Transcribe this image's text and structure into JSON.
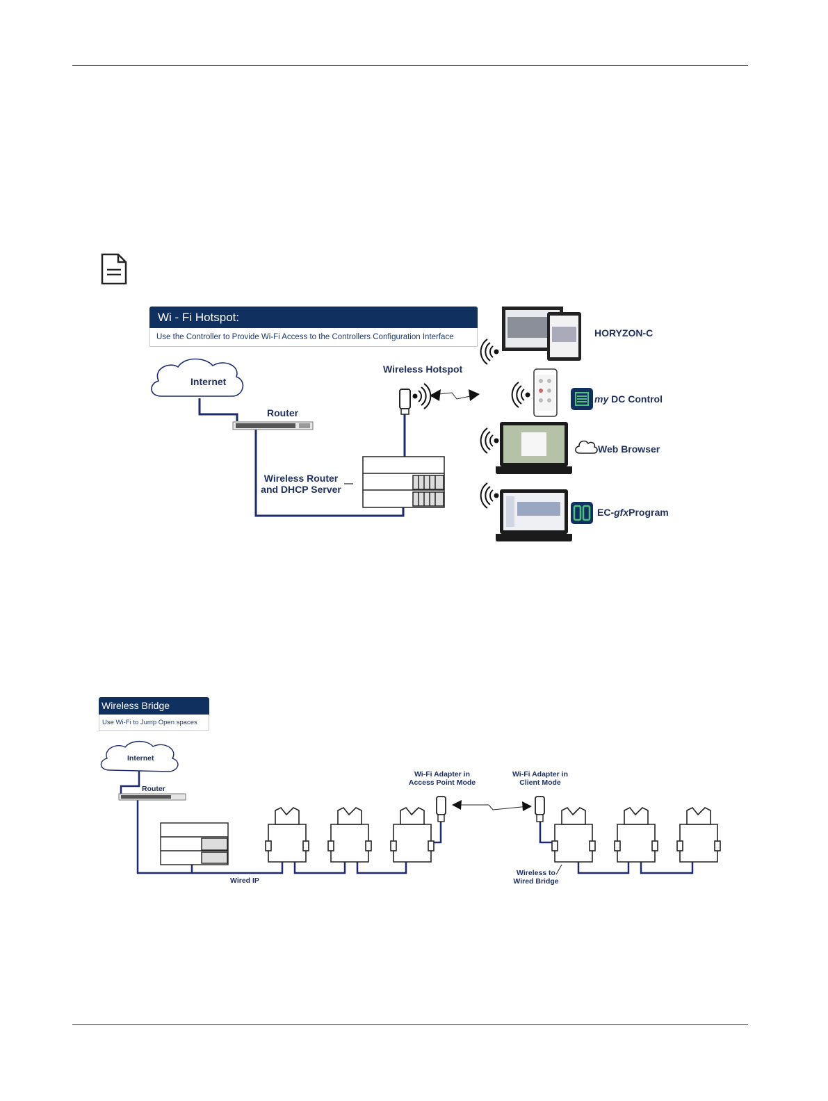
{
  "colors": {
    "navy": "#10305f",
    "link": "#1f3a6e",
    "cable": "#1e2a6e",
    "rule": "#333333",
    "green": "#2e8b57"
  },
  "icons": [
    "document-note-icon",
    "cloud-icon",
    "wifi-waves-icon",
    "wireless-bolt-icon",
    "router-switch-icon",
    "controller-device-icon",
    "wifi-adapter-icon",
    "vav-controller-icon",
    "monitor-icon",
    "tablet-icon",
    "phone-icon",
    "laptop-icon",
    "mydc-app-icon",
    "ecgfx-app-icon"
  ],
  "hotspot": {
    "title": "Wi - Fi Hotspot:",
    "subtitle": "Use the Controller to Provide Wi-Fi Access to the Controllers Configuration Interface",
    "internet": "Internet",
    "router": "Router",
    "wireless_hotspot": "Wireless Hotspot",
    "wireless_router_l1": "Wireless Router",
    "wireless_router_l2": "and DHCP Server",
    "clients": {
      "horyzon": "HORYZON-C",
      "mydc_prefix": "my",
      "mydc_rest": " DC Control",
      "web_browser": "Web Browser",
      "ecgfx_a": "EC-",
      "ecgfx_b": "gfx",
      "ecgfx_c": "Program"
    }
  },
  "bridge": {
    "title": "Wireless Bridge",
    "subtitle": "Use Wi-Fi to Jump Open spaces",
    "internet": "Internet",
    "router": "Router",
    "ap_l1": "Wi-Fi Adapter in",
    "ap_l2": "Access Point Mode",
    "client_l1": "Wi-Fi Adapter in",
    "client_l2": "Client Mode",
    "wired_ip": "Wired IP",
    "bridge_l1": "Wireless to",
    "bridge_l2": "Wired Bridge"
  }
}
